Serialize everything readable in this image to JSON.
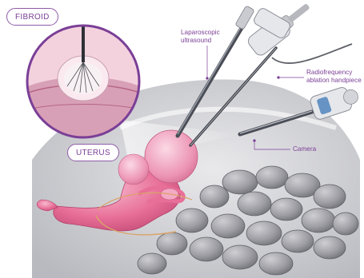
{
  "labels": {
    "fibroid": "FIBROID",
    "uterus": "UTERUS",
    "ultrasound": [
      "Laparoscopic",
      "ultrasound"
    ],
    "rf_handpiece": [
      "Radiofrequency",
      "ablation handpiece"
    ],
    "camera": "Camera"
  },
  "colors": {
    "accent": "#7b3f97",
    "uterus": "#e86f98",
    "fibroid": "#f1b6cb",
    "bowel": "#9a9a9e",
    "instrument": "#4a4d55"
  }
}
